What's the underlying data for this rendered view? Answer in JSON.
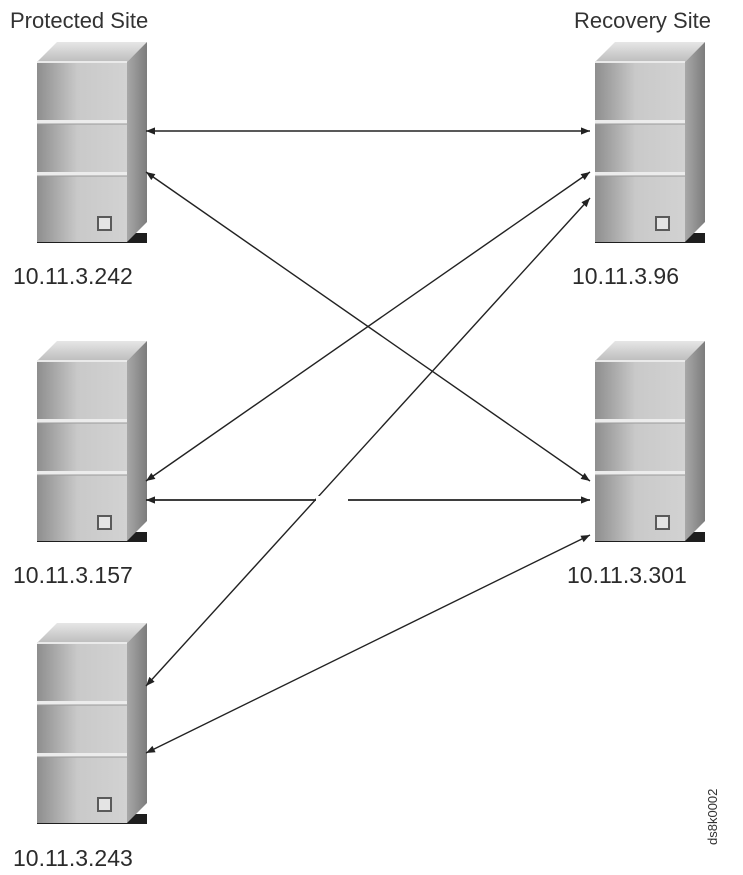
{
  "sites": {
    "protected": "Protected Site",
    "recovery": "Recovery Site"
  },
  "servers": {
    "protected": [
      {
        "ip": "10.11.3.242"
      },
      {
        "ip": "10.11.3.157"
      },
      {
        "ip": "10.11.3.243"
      }
    ],
    "recovery": [
      {
        "ip": "10.11.3.96"
      },
      {
        "ip": "10.11.3.301"
      }
    ]
  },
  "connections": [
    {
      "from": "10.11.3.242",
      "to": "10.11.3.96",
      "direction": "bidirectional"
    },
    {
      "from": "10.11.3.242",
      "to": "10.11.3.301",
      "direction": "bidirectional"
    },
    {
      "from": "10.11.3.157",
      "to": "10.11.3.96",
      "direction": "bidirectional"
    },
    {
      "from": "10.11.3.157",
      "to": "10.11.3.301",
      "direction": "bidirectional"
    },
    {
      "from": "10.11.3.243",
      "to": "10.11.3.96",
      "direction": "bidirectional"
    },
    {
      "from": "10.11.3.243",
      "to": "10.11.3.301",
      "direction": "bidirectional"
    }
  ],
  "figure_id": "ds8k0002"
}
